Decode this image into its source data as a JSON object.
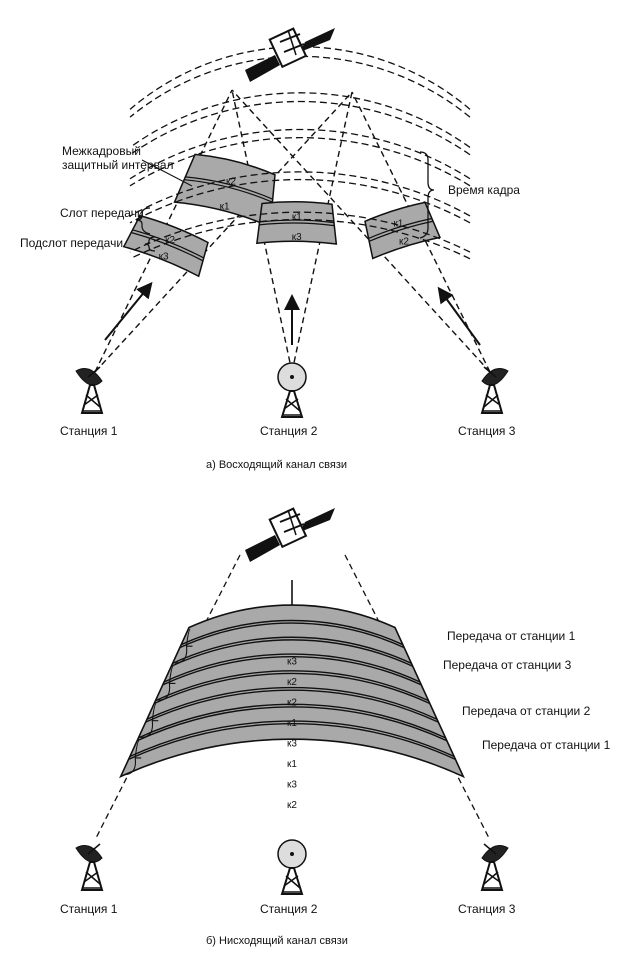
{
  "uplink": {
    "caption": "а) Восходящий канал связи",
    "guard_interval_label_line1": "Межкадровый",
    "guard_interval_label_line2": "защитный интервал",
    "slot_label": "Слот передачи",
    "subslot_label": "Подслот передачи",
    "frame_time_label": "Время кадра",
    "stations": [
      "Станция 1",
      "Станция 2",
      "Станция 3"
    ],
    "blocks": [
      {
        "station": 1,
        "slots": [
          "к2",
          "к1"
        ]
      },
      {
        "station": 2,
        "slots": [
          "к1",
          "к3"
        ]
      },
      {
        "station": 3,
        "slots": [
          "к1",
          "к2"
        ]
      },
      {
        "station": 1,
        "slots": [
          "к2",
          "к3"
        ]
      }
    ]
  },
  "downlink": {
    "caption": "б) Нисходящий канал связи",
    "stations": [
      "Станция 1",
      "Станция 2",
      "Станция 3"
    ],
    "bands": [
      "к3",
      "к2",
      "к2",
      "к1",
      "к3",
      "к1",
      "к3",
      "к2"
    ],
    "transmission_labels": [
      "Передача от станции 1",
      "Передача от станции 3",
      "Передача от станции 2",
      "Передача от станции 1"
    ]
  },
  "colors": {
    "band_fill": "#a9a9a9",
    "line": "#111111"
  }
}
